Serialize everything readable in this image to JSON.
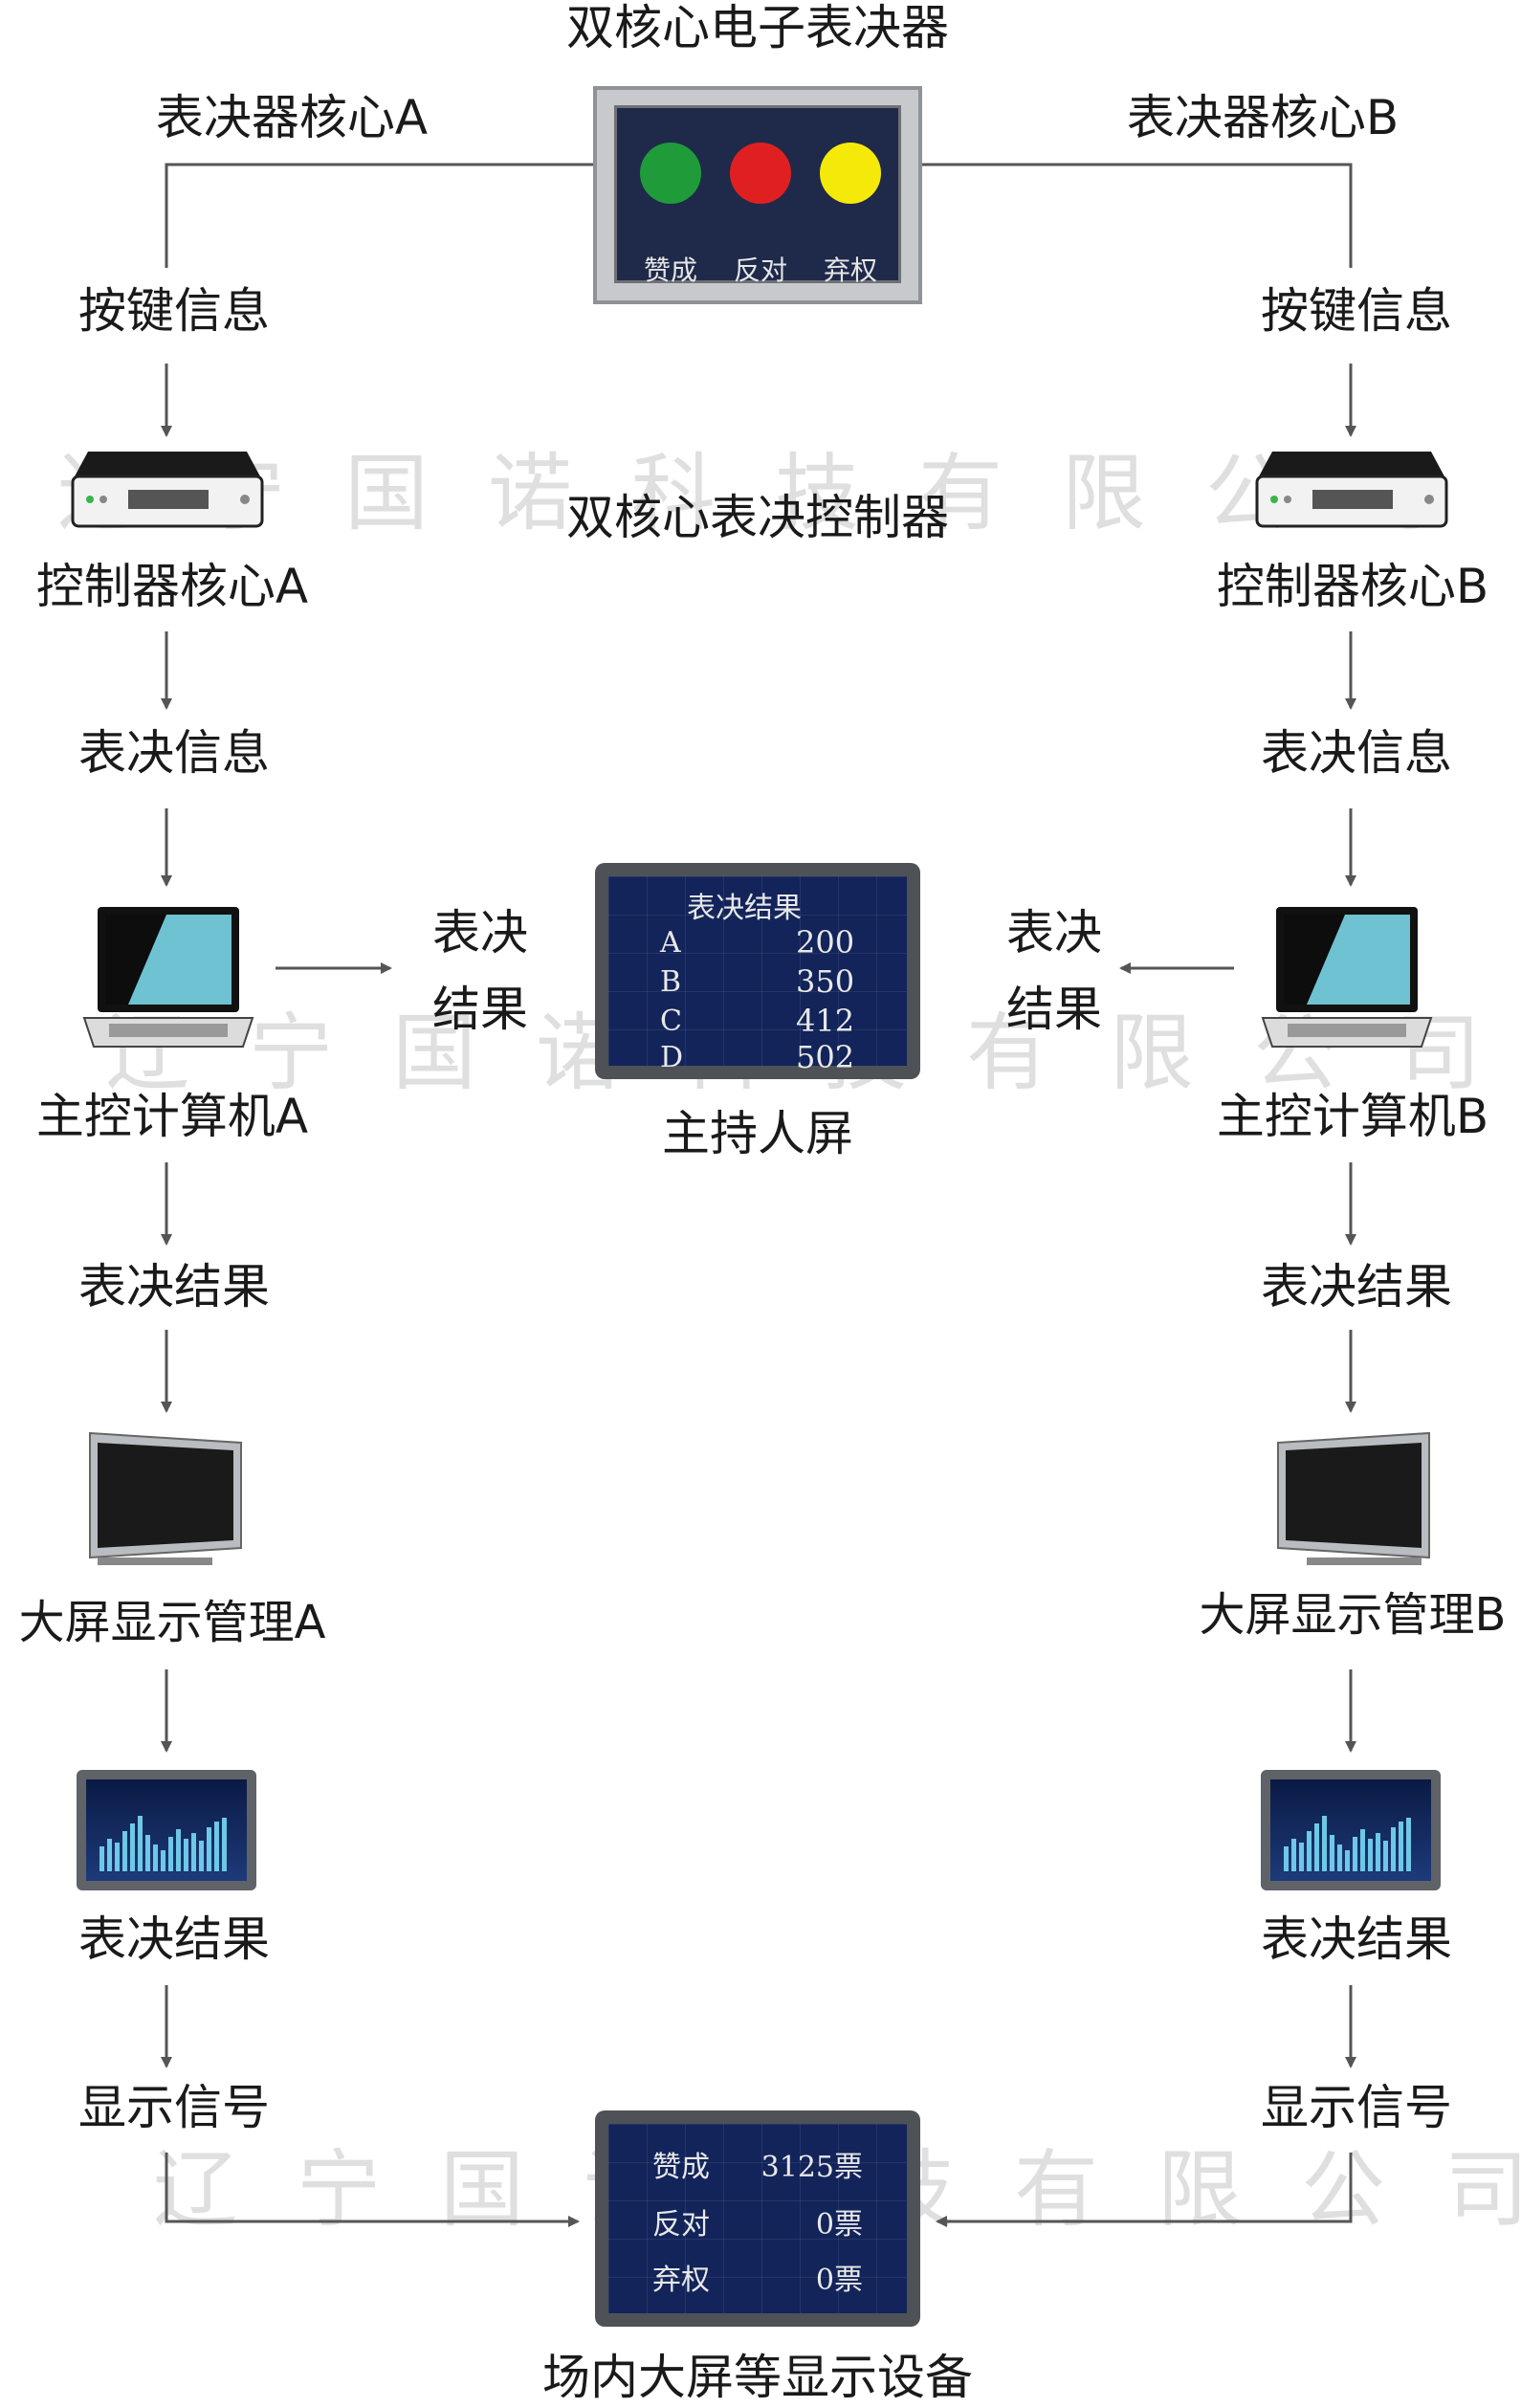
{
  "title": "双核心电子表决器",
  "core_a_label": "表决器核心A",
  "core_b_label": "表决器核心B",
  "voter_buttons": [
    {
      "label": "赞成",
      "color": "#1f9b3a"
    },
    {
      "label": "反对",
      "color": "#e02020"
    },
    {
      "label": "弃权",
      "color": "#f5e90a"
    }
  ],
  "key_info": "按键信息",
  "controller_title": "双核心表决控制器",
  "controller_a": "控制器核心A",
  "controller_b": "控制器核心B",
  "vote_info": "表决信息",
  "vote_result_left": {
    "line1": "表决",
    "line2": "结果"
  },
  "vote_result_right": {
    "line1": "表决",
    "line2": "结果"
  },
  "host_screen": {
    "header": "表决结果",
    "rows": [
      {
        "key": "A",
        "value": "200"
      },
      {
        "key": "B",
        "value": "350"
      },
      {
        "key": "C",
        "value": "412"
      },
      {
        "key": "D",
        "value": "502"
      }
    ],
    "caption": "主持人屏"
  },
  "computer_a": "主控计算机A",
  "computer_b": "主控计算机B",
  "vote_result": "表决结果",
  "display_mgmt_a": "大屏显示管理A",
  "display_mgmt_b": "大屏显示管理B",
  "display_signal": "显示信号",
  "big_screen": {
    "rows": [
      {
        "key": "赞成",
        "value": "3125票"
      },
      {
        "key": "反对",
        "value": "0票"
      },
      {
        "key": "弃权",
        "value": "0票"
      }
    ],
    "caption": "场内大屏等显示设备"
  },
  "watermark": "辽宁国诺科技有限公司",
  "colors": {
    "laptop_screen": "#6ec2d2",
    "line": "#555555"
  }
}
